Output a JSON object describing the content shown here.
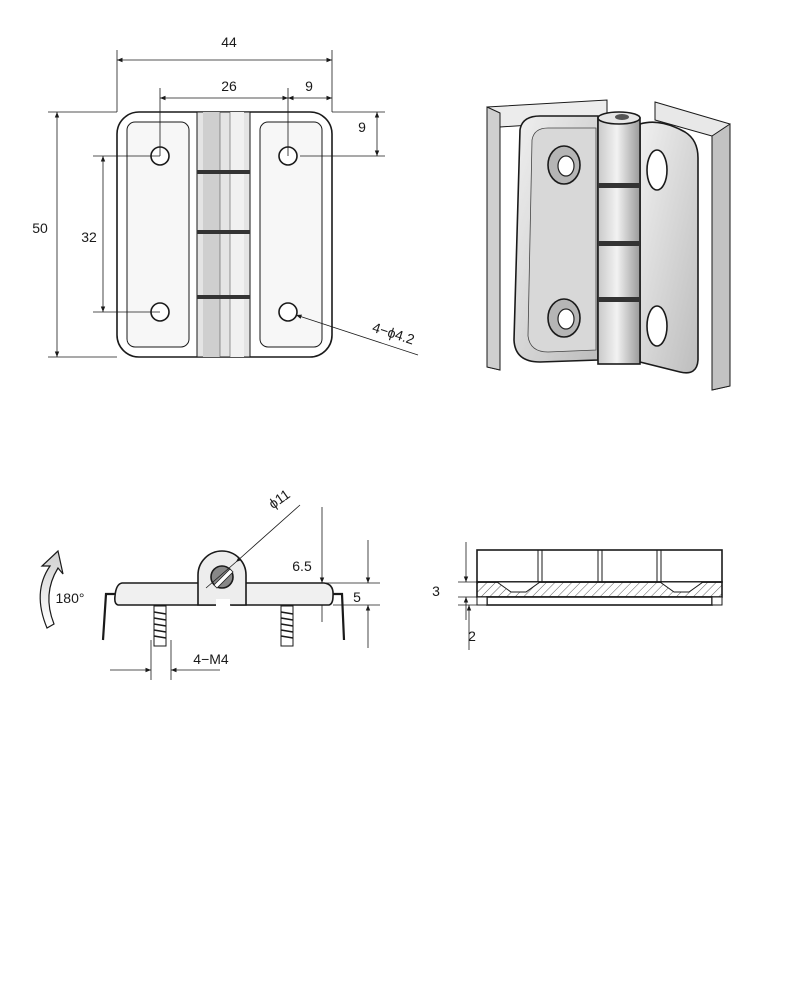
{
  "front_view": {
    "dim_overall_width": "44",
    "dim_hole_spacing_x": "26",
    "dim_hole_offset_x": "9",
    "dim_hole_offset_y": "9",
    "dim_overall_height": "50",
    "dim_hole_spacing_y": "32",
    "dim_holes": "4−ϕ4.2"
  },
  "side_view": {
    "dim_pin_diameter": "ϕ11",
    "dim_pin_height": "6.5",
    "dim_thickness": "5",
    "dim_thread": "4−M4",
    "rotation_label": "180°"
  },
  "section_view": {
    "dim_plate": "3",
    "dim_recess": "2"
  }
}
